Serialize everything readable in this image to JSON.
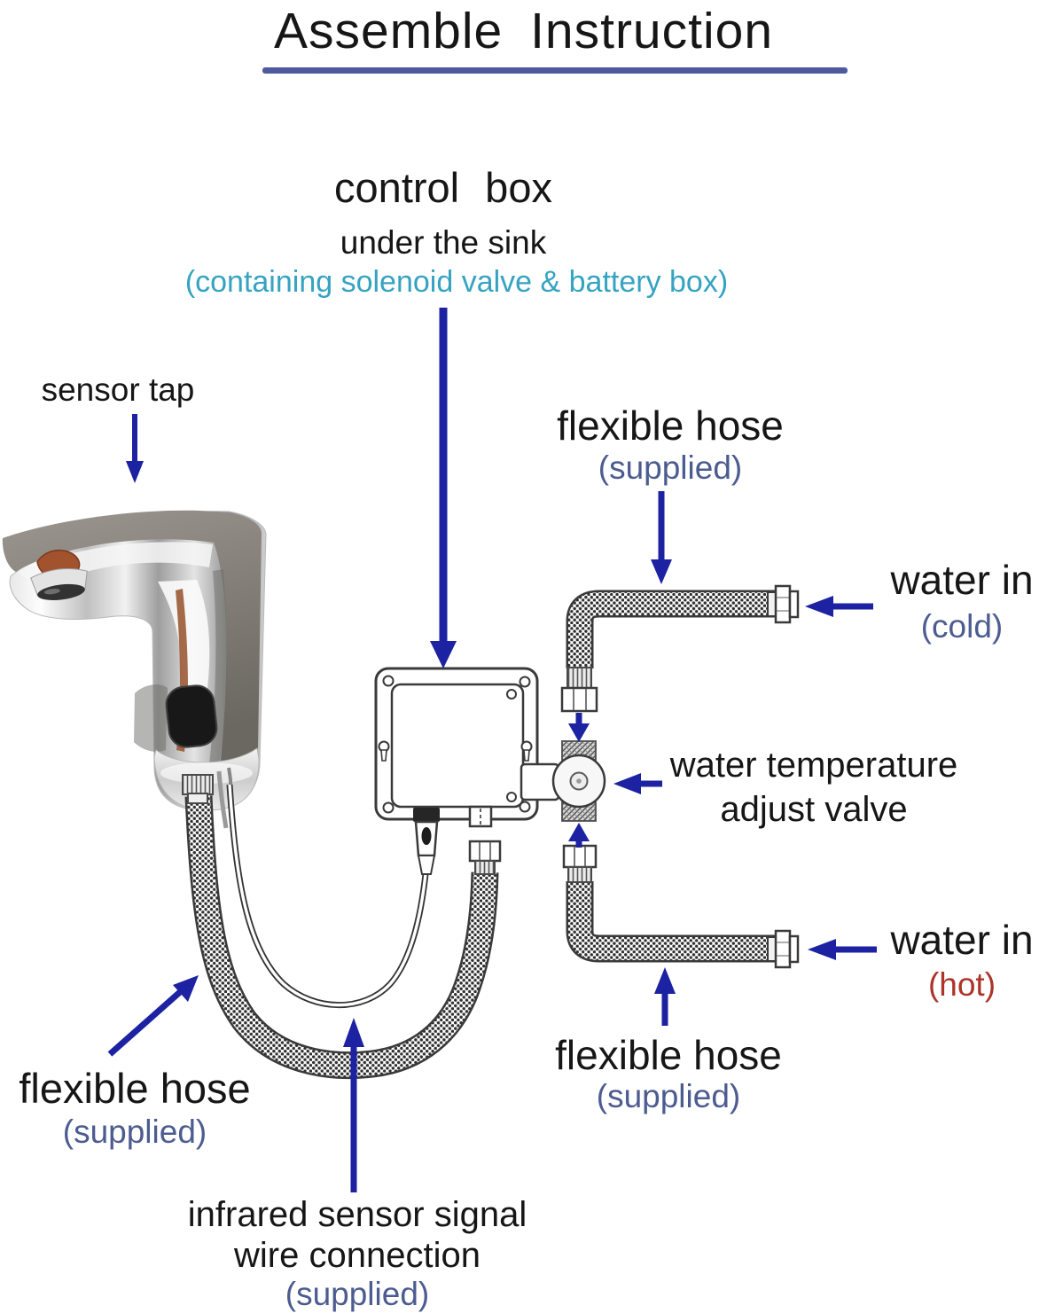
{
  "title": {
    "text": "Assemble Instruction"
  },
  "control_box": {
    "line1": "control box",
    "line2": "under the sink",
    "line3": "(containing solenoid valve & battery box)"
  },
  "sensor_tap": {
    "label": "sensor tap"
  },
  "hose_top": {
    "label": "flexible hose",
    "sub": "(supplied)"
  },
  "water_cold": {
    "label": "water in",
    "sub": "(cold)"
  },
  "valve_label": {
    "line1": "water temperature",
    "line2": "adjust valve"
  },
  "water_hot": {
    "label": "water in",
    "sub": "(hot)"
  },
  "hose_right": {
    "label": "flexible hose",
    "sub": "(supplied)"
  },
  "hose_left": {
    "label": "flexible hose",
    "sub": "(supplied)"
  },
  "sensor_wire": {
    "line1": "infrared sensor signal",
    "line2": "wire connection",
    "line3": "(supplied)"
  },
  "colors": {
    "title_underline": "#4d5b9e",
    "teal_text": "#35a3c1",
    "slate_text": "#4d5c90",
    "hot_red": "#ac3429",
    "arrow_navy": "#1c22a2",
    "line_art": "#3a3a3a"
  }
}
